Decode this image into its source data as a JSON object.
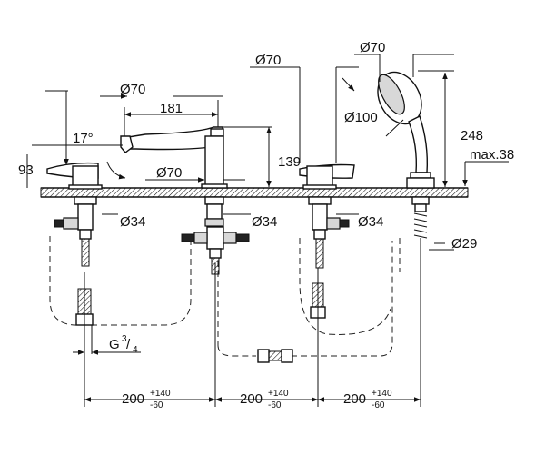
{
  "dimensions": {
    "d70_spout": "Ø70",
    "d70_handle2": "Ø70",
    "d70_handshower": "Ø70",
    "d70_base": "Ø70",
    "len_181": "181",
    "angle_17": "17°",
    "d100": "Ø100",
    "h248": "248",
    "h139": "139",
    "h93": "93",
    "max38": "max.38",
    "d34_1": "Ø34",
    "d34_2": "Ø34",
    "d34_3": "Ø34",
    "d29": "Ø29",
    "thread_main": "G",
    "thread_num": "3",
    "thread_den": "4"
  },
  "spacing": [
    {
      "value": "200",
      "tol_plus": "+140",
      "tol_minus": "-60"
    },
    {
      "value": "200",
      "tol_plus": "+140",
      "tol_minus": "-60"
    },
    {
      "value": "200",
      "tol_plus": "+140",
      "tol_minus": "-60"
    }
  ]
}
